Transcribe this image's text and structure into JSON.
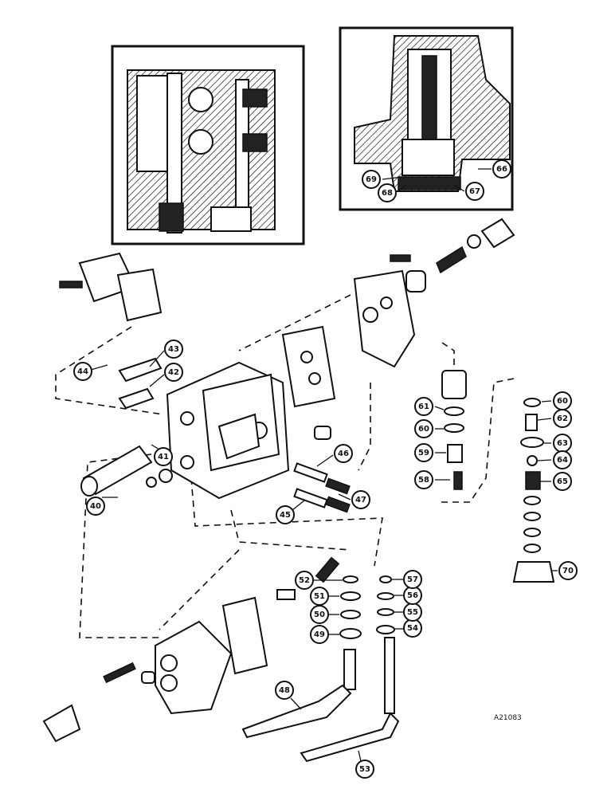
{
  "diagram": {
    "reference_code": "A21083",
    "callouts": [
      {
        "id": "c40",
        "label": "40"
      },
      {
        "id": "c41",
        "label": "41"
      },
      {
        "id": "c42",
        "label": "42"
      },
      {
        "id": "c43",
        "label": "43"
      },
      {
        "id": "c44",
        "label": "44"
      },
      {
        "id": "c45",
        "label": "45"
      },
      {
        "id": "c46",
        "label": "46"
      },
      {
        "id": "c47",
        "label": "47"
      },
      {
        "id": "c48",
        "label": "48"
      },
      {
        "id": "c49",
        "label": "49"
      },
      {
        "id": "c50",
        "label": "50"
      },
      {
        "id": "c51",
        "label": "51"
      },
      {
        "id": "c52",
        "label": "52"
      },
      {
        "id": "c53",
        "label": "53"
      },
      {
        "id": "c54",
        "label": "54"
      },
      {
        "id": "c55",
        "label": "55"
      },
      {
        "id": "c56",
        "label": "56"
      },
      {
        "id": "c57",
        "label": "57"
      },
      {
        "id": "c58",
        "label": "58"
      },
      {
        "id": "c59",
        "label": "59"
      },
      {
        "id": "c60a",
        "label": "60"
      },
      {
        "id": "c61",
        "label": "61"
      },
      {
        "id": "c60b",
        "label": "60"
      },
      {
        "id": "c62",
        "label": "62"
      },
      {
        "id": "c63",
        "label": "63"
      },
      {
        "id": "c64",
        "label": "64"
      },
      {
        "id": "c65",
        "label": "65"
      },
      {
        "id": "c66",
        "label": "66"
      },
      {
        "id": "c67",
        "label": "67"
      },
      {
        "id": "c68",
        "label": "68"
      },
      {
        "id": "c69",
        "label": "69"
      },
      {
        "id": "c70",
        "label": "70"
      }
    ]
  }
}
